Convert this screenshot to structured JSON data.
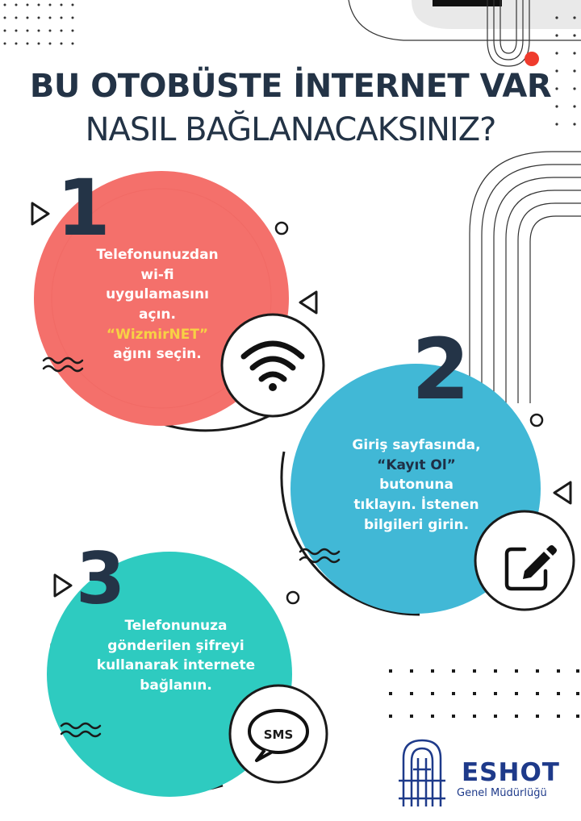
{
  "header": {
    "title_line1": "BU OTOBÜSTE İNTERNET VAR",
    "title_line2": "NASIL BAĞLANACAKSINIZ?"
  },
  "steps": [
    {
      "number": "1",
      "lines": [
        "Telefonunuzdan",
        "wi-fi",
        "uygulamasını",
        "açın."
      ],
      "highlight": "“WizmirNET”",
      "after": "ağını seçin.",
      "circle_color": "#f4706b",
      "icon": "wifi-icon"
    },
    {
      "number": "2",
      "line_before": "Giriş sayfasında,",
      "highlight": "“Kayıt Ol”",
      "lines_after": [
        "butonuna",
        "tıklayın. İstenen",
        "bilgileri girin."
      ],
      "circle_color": "#41b8d6",
      "icon": "edit-icon"
    },
    {
      "number": "3",
      "lines": [
        "Telefonunuza",
        "gönderilen şifreyi",
        "kullanarak internete",
        "bağlanın."
      ],
      "circle_color": "#2ecbc0",
      "icon": "sms-icon",
      "icon_label": "SMS"
    }
  ],
  "logo": {
    "name": "ESHOT",
    "subtitle": "Genel Müdürlüğü",
    "color": "#1e3a8a"
  },
  "colors": {
    "dark": "#233346",
    "accent_red": "#ef3b2d",
    "highlight_yellow": "#f7d145"
  }
}
